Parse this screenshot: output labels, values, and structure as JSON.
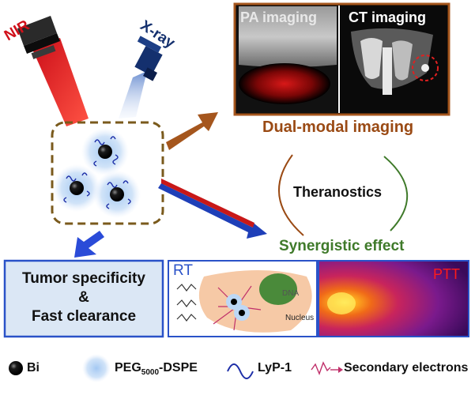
{
  "source_labels": {
    "nir": "NIR",
    "xray": "X-ray"
  },
  "imaging": {
    "pa_label": "PA imaging",
    "ct_label": "CT imaging",
    "caption": "Dual-modal imaging"
  },
  "center": {
    "theranostics": "Theranostics",
    "synergy": "Synergistic effect"
  },
  "tumor_box": {
    "line1": "Tumor specificity",
    "line2": "&",
    "line3": "Fast clearance"
  },
  "rt_panel": {
    "title": "RT",
    "dna": "DNA",
    "nucleus": "Nucleus"
  },
  "ptt_panel": {
    "title": "PTT"
  },
  "legend": {
    "bi": "Bi",
    "peg_prefix": "PEG",
    "peg_sub": "5000",
    "peg_suffix": "-DSPE",
    "lyp": "LyP-1",
    "secondary": "Secondary electrons"
  },
  "colors": {
    "nir": "#d0101a",
    "xray": "#14306e",
    "dual_caption": "#9a4a14",
    "synergy": "#3f7a2a",
    "tumor_box_border": "#2a52c8",
    "blue_arrow": "#2a4bd8",
    "brown_arrow": "#a5561d"
  }
}
